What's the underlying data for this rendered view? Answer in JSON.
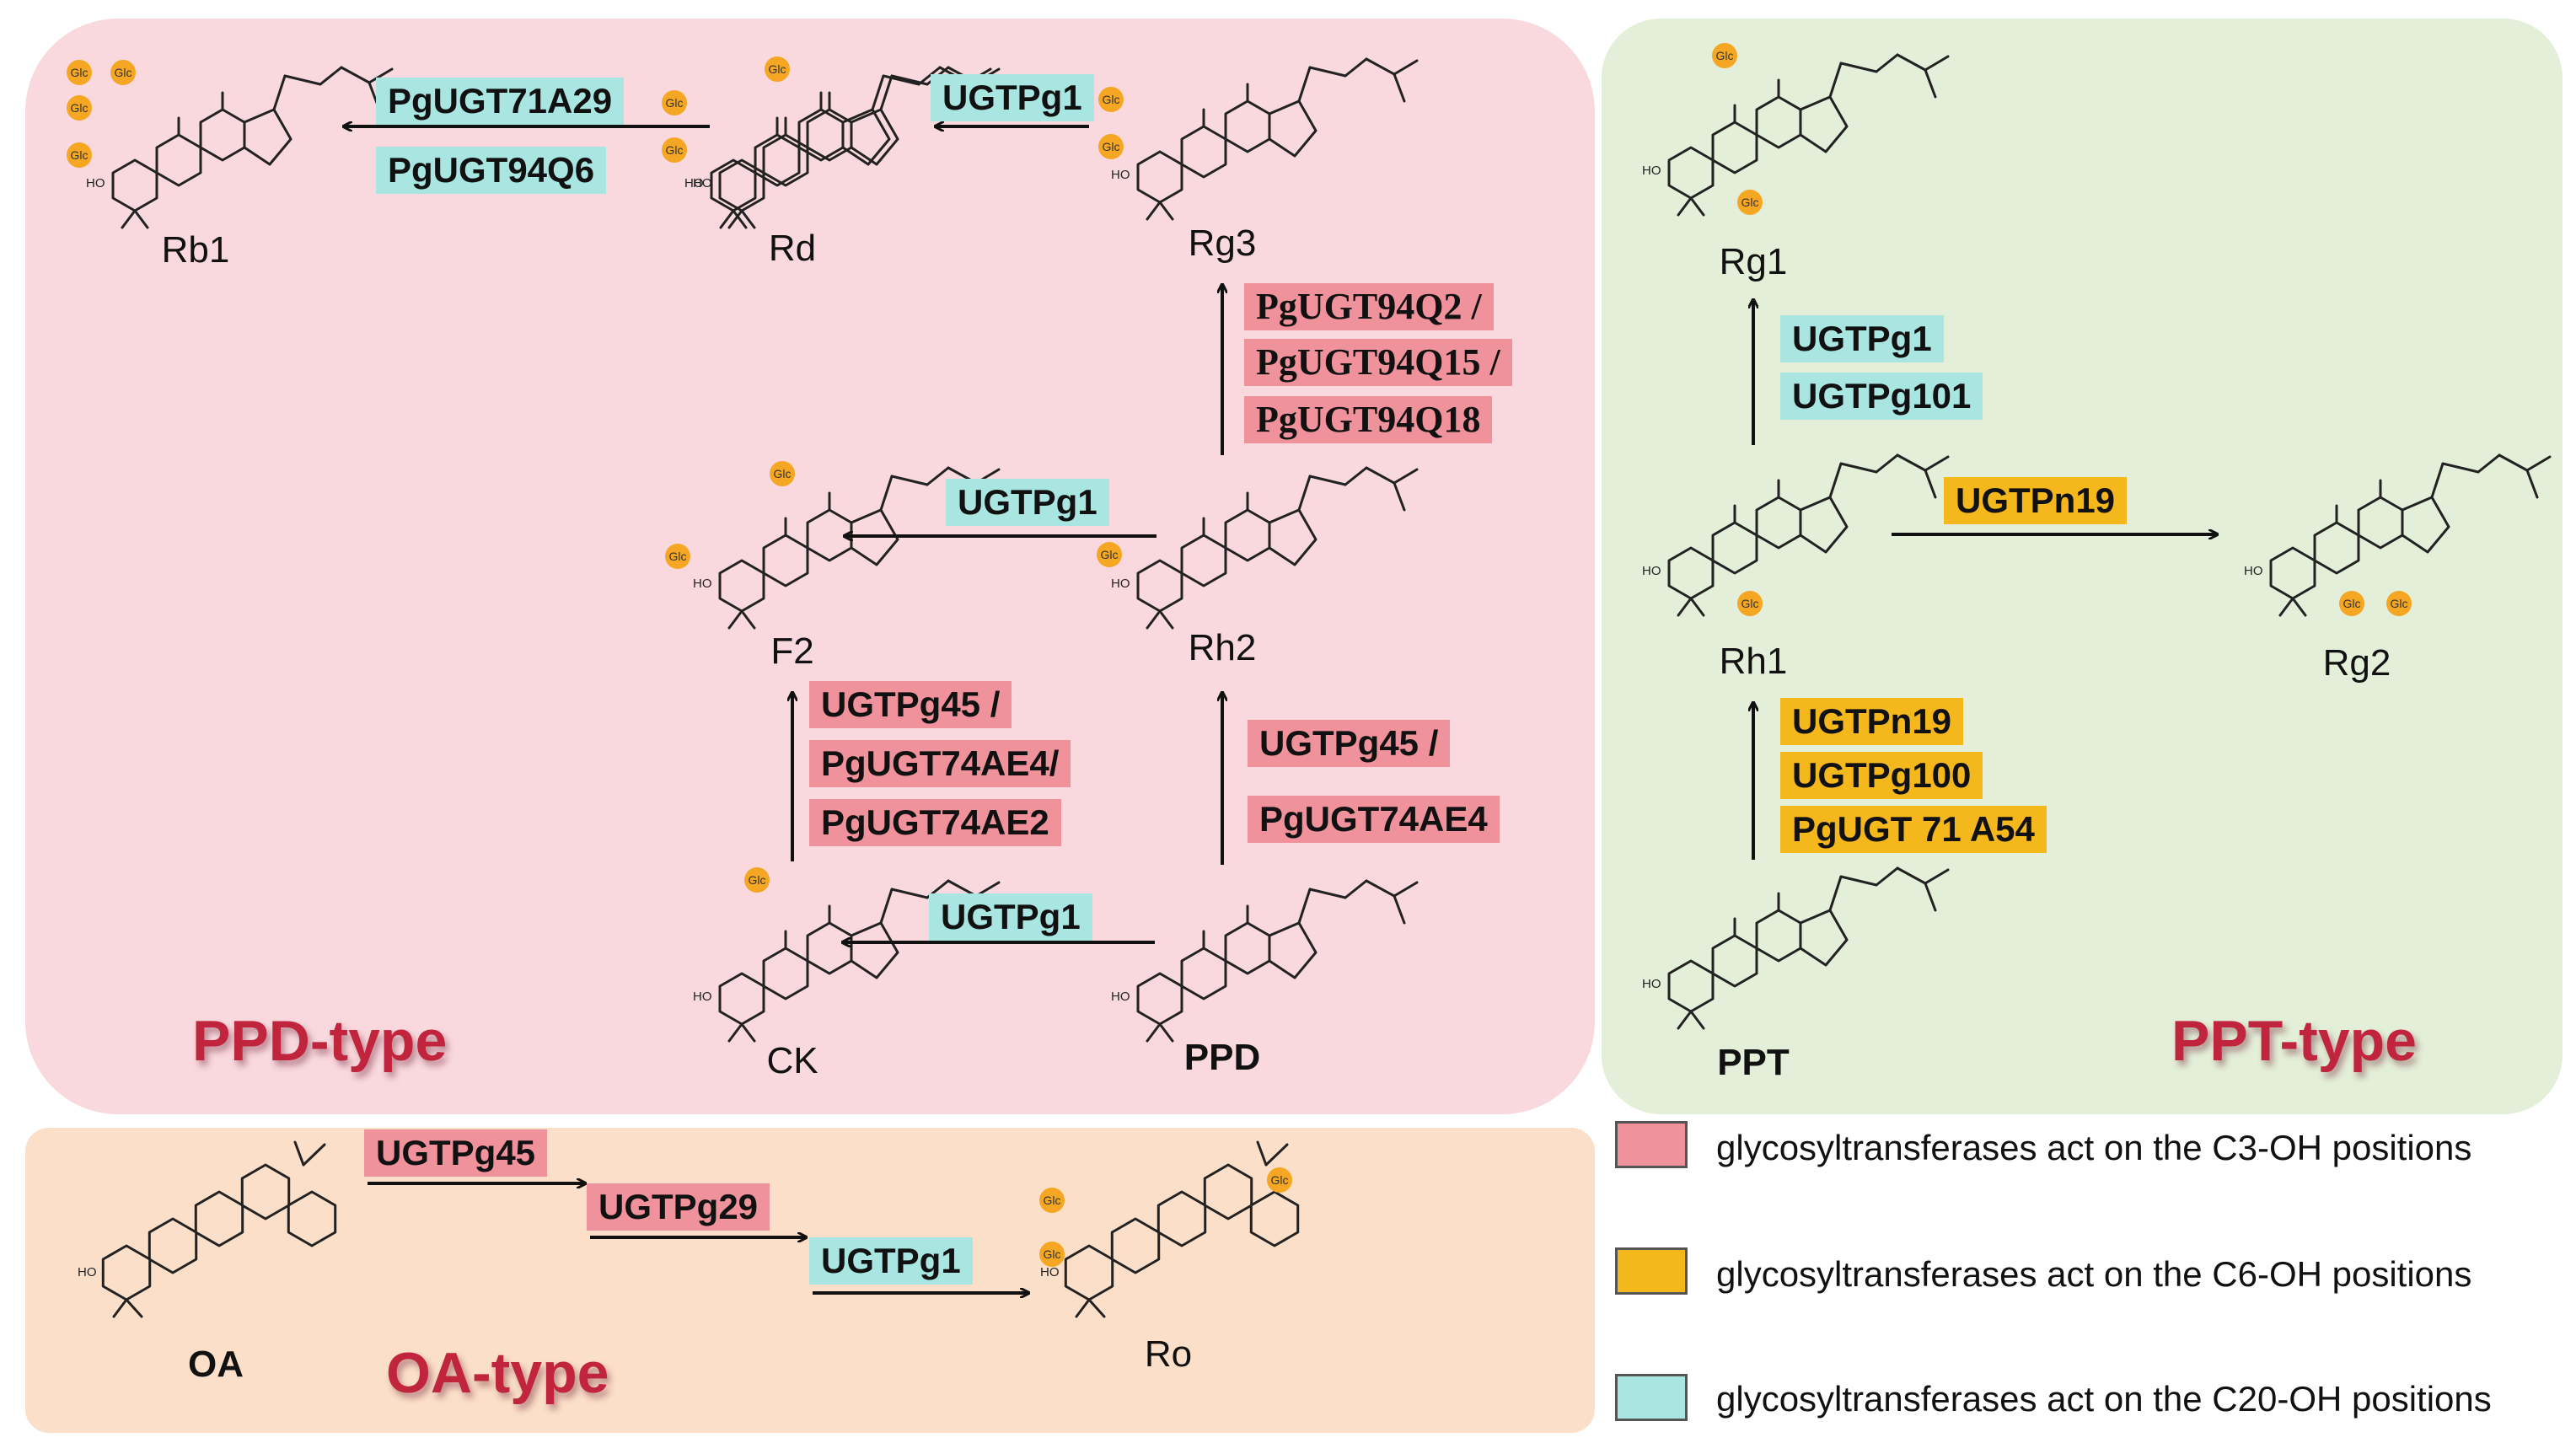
{
  "colors": {
    "ppd_bg": "#f9d9dd",
    "ppt_bg": "#e3efd8",
    "oa_bg": "#fbdfc9",
    "c3": "#f0929b",
    "c6": "#f4b71c",
    "c20": "#a9e6e2",
    "glc": "#f5a623",
    "title": "#c0253d"
  },
  "sugar_label": "Glc",
  "panels": {
    "ppd": {
      "title": "PPD-type"
    },
    "ppt": {
      "title": "PPT-type"
    },
    "oa": {
      "title": "OA-type"
    }
  },
  "compounds": {
    "rb1": "Rb1",
    "rd": "Rd",
    "rg3": "Rg3",
    "f2": "F2",
    "rh2": "Rh2",
    "ck": "CK",
    "ppd": "PPD",
    "rg1": "Rg1",
    "rh1": "Rh1",
    "rg2": "Rg2",
    "ppt": "PPT",
    "oa": "OA",
    "ro": "Ro"
  },
  "enzymes": {
    "rd_to_rb1": [
      "PgUGT71A29",
      "PgUGT94Q6"
    ],
    "rg3_to_rd": [
      "UGTPg1"
    ],
    "rh2_to_rg3": [
      "PgUGT94Q2 /",
      "PgUGT94Q15 /",
      "PgUGT94Q18"
    ],
    "rh2_to_f2": [
      "UGTPg1"
    ],
    "ck_to_f2": [
      "UGTPg45 /",
      "PgUGT74AE4/",
      "PgUGT74AE2"
    ],
    "ppd_to_rh2": [
      "UGTPg45 /",
      "PgUGT74AE4"
    ],
    "ppd_to_ck": [
      "UGTPg1"
    ],
    "rh1_to_rg1": [
      "UGTPg1",
      "UGTPg101"
    ],
    "rh1_to_rg2": [
      "UGTPn19"
    ],
    "ppt_to_rh1": [
      "UGTPn19",
      "UGTPg100",
      "PgUGT 71 A54"
    ],
    "oa_to_ro": [
      "UGTPg45",
      "UGTPg29",
      "UGTPg1"
    ]
  },
  "legend": [
    {
      "color_key": "c3",
      "text": "glycosyltransferases act on the C3-OH positions"
    },
    {
      "color_key": "c6",
      "text": "glycosyltransferases act on the C6-OH positions"
    },
    {
      "color_key": "c20",
      "text": "glycosyltransferases act on the C20-OH positions"
    }
  ]
}
